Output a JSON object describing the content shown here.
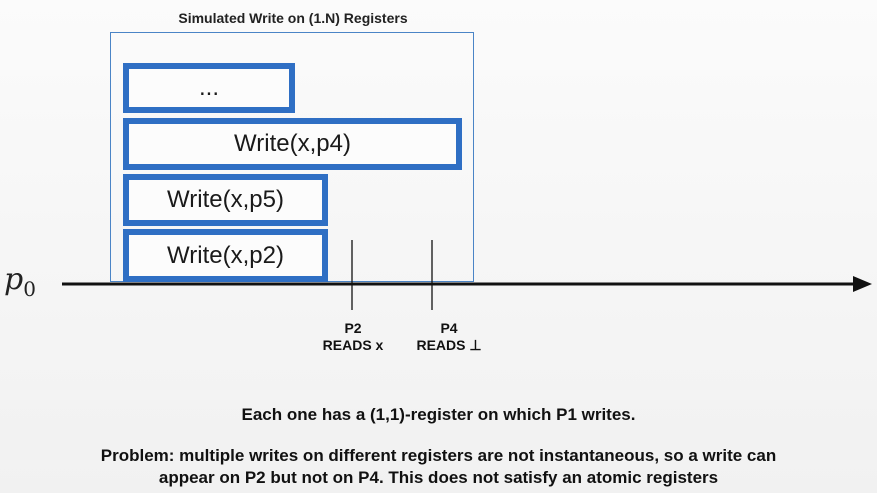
{
  "title": "Simulated Write on (1.N) Registers",
  "boxes": {
    "dots": "...",
    "p4": "Write(x,p4)",
    "p5": "Write(x,p5)",
    "p2": "Write(x,p2)"
  },
  "process_label": "p",
  "process_sub": "0",
  "reads": [
    {
      "proc": "P2",
      "text": "READS x"
    },
    {
      "proc": "P4",
      "text": "READS ⊥"
    }
  ],
  "caption1": "Each one has a (1,1)-register on which P1 writes.",
  "caption2_line1": "Problem: multiple writes on different registers are not instantaneous, so a write can",
  "caption2_line2": "appear on P2 but not on P4. This does not satisfy an atomic registers",
  "colors": {
    "box_border": "#2f6fc4",
    "frame_border": "#4a84c6",
    "timeline": "#111111"
  }
}
